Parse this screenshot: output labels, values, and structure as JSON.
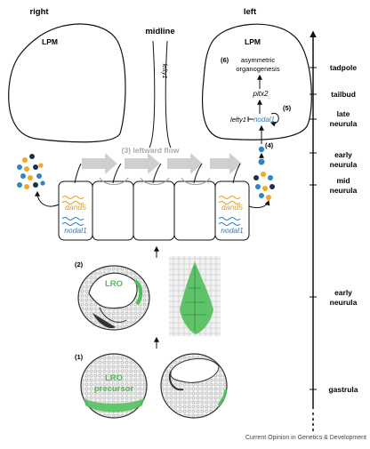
{
  "headings": {
    "right": "right",
    "midline": "midline",
    "left": "left"
  },
  "lpm": {
    "right_label": "LPM",
    "left_label": "LPM"
  },
  "midline_gene": "lefty1",
  "left_cascade": {
    "step6_number": "(6)",
    "organogenesis_line1": "asymmetric",
    "organogenesis_line2": "organogenesis",
    "pitx2": "pitx2",
    "lefty1": "lefty1",
    "nodal1": "nodal1",
    "step5_number": "(5)",
    "step4_number": "(4)"
  },
  "flow": {
    "step3_label": "(3) leftward flow"
  },
  "cells": {
    "dand5_left": "dand5",
    "nodal1_left": "nodal1",
    "dand5_right": "dand5",
    "nodal1_right": "nodal1"
  },
  "step2": {
    "number": "(2)",
    "lro_label": "LRO"
  },
  "step1": {
    "number": "(1)",
    "lro_precursor_line1": "LRO",
    "lro_precursor_line2": "precursor"
  },
  "timeline": {
    "stages": [
      {
        "line1": "tadpole",
        "line2": ""
      },
      {
        "line1": "tailbud",
        "line2": ""
      },
      {
        "line1": "late",
        "line2": "neurula"
      },
      {
        "line1": "early",
        "line2": "neurula"
      },
      {
        "line1": "mid",
        "line2": "neurula"
      },
      {
        "line1": "early",
        "line2": "neurula"
      },
      {
        "line1": "gastrula",
        "line2": ""
      }
    ]
  },
  "credit": "Current Opinion in Genetics & Development",
  "colors": {
    "nodal": "#2c7fb8",
    "dand5": "#e0a020",
    "lro_green": "#4fbf5a",
    "flow_arrow": "#c8c8c8",
    "dot_blue": "#2e86c1",
    "dot_orange": "#f5a623",
    "dot_dark": "#1f2d50",
    "text_gray": "#444444"
  }
}
